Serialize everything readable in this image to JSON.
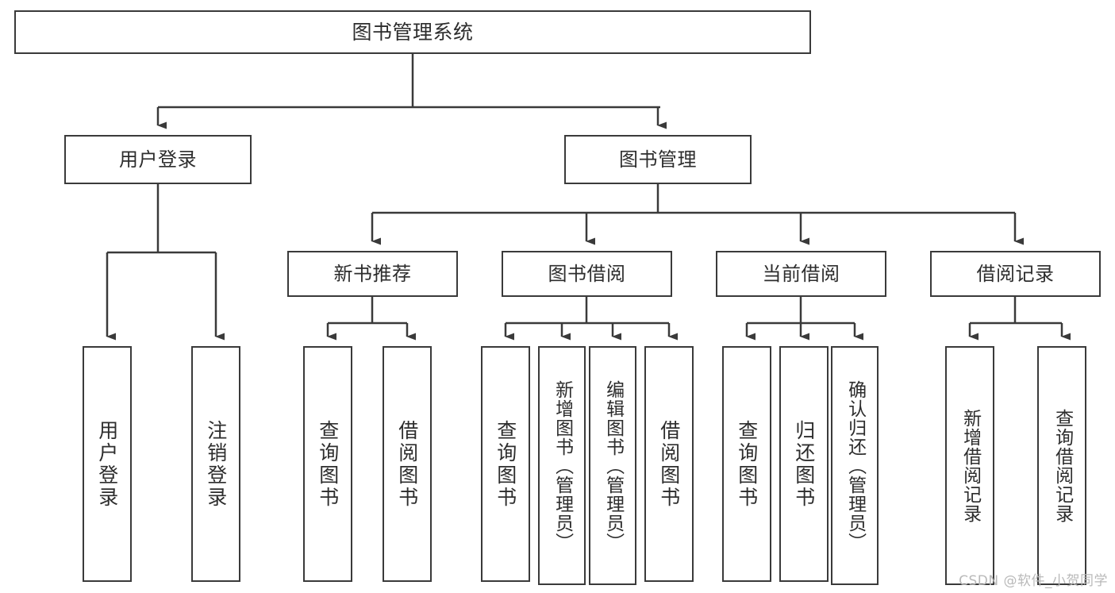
{
  "diagram": {
    "title": "图书管理系统",
    "watermark": "CSDN @软件_小贺同学",
    "line_color": "#3a3a3a",
    "text_color": "#2d2d2d",
    "background": "#ffffff",
    "nodes": {
      "root": {
        "label": "图书管理系统"
      },
      "level2": [
        {
          "label": "用户登录"
        },
        {
          "label": "图书管理"
        }
      ],
      "level3": [
        {
          "label": "新书推荐"
        },
        {
          "label": "图书借阅"
        },
        {
          "label": "当前借阅"
        },
        {
          "label": "借阅记录"
        }
      ],
      "leaves": {
        "user_login": [
          {
            "label": "用户登录"
          },
          {
            "label": "注销登录"
          }
        ],
        "new_book_recommend": [
          {
            "label": "查询图书"
          },
          {
            "label": "借阅图书"
          }
        ],
        "book_borrow": [
          {
            "label": "查询图书"
          },
          {
            "label": "新增图书（管理员）"
          },
          {
            "label": "编辑图书（管理员）"
          },
          {
            "label": "借阅图书"
          }
        ],
        "current_borrow": [
          {
            "label": "查询图书"
          },
          {
            "label": "归还图书"
          },
          {
            "label": "确认归还（管理员）"
          }
        ],
        "borrow_record": [
          {
            "label": "新增借阅记录"
          },
          {
            "label": "查询借阅记录"
          }
        ]
      }
    }
  }
}
